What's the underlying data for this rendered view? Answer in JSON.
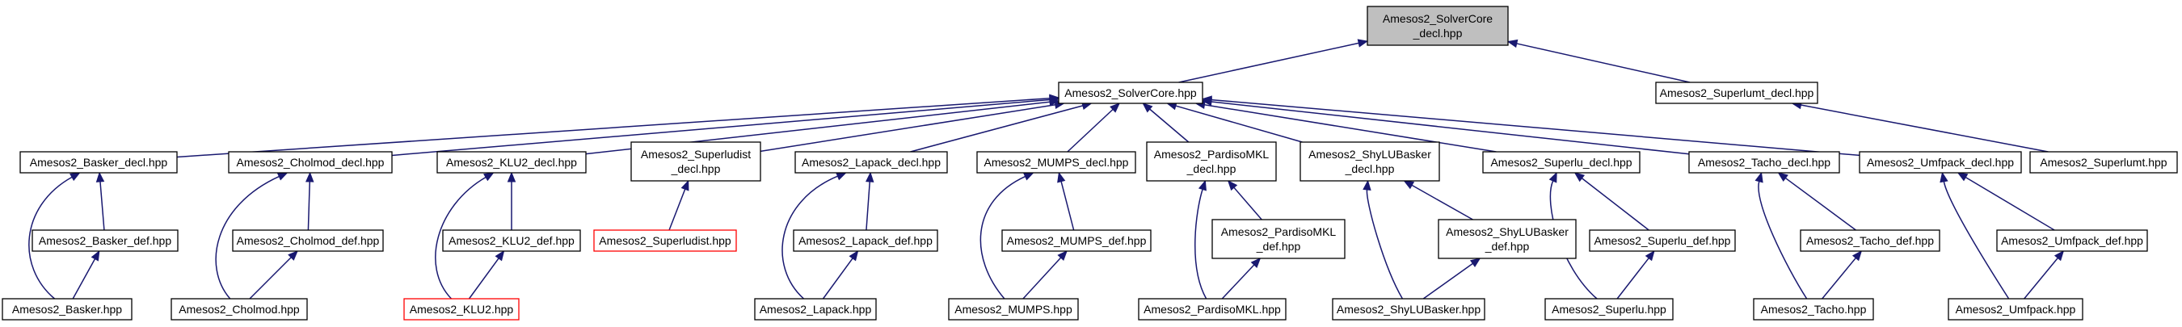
{
  "diagram": {
    "colors": {
      "edge": "#191970",
      "root_fill": "#bfbfbf",
      "missing_border": "#ff0000"
    },
    "nodes": [
      {
        "id": "root",
        "lines": [
          "Amesos2_SolverCore",
          "_decl.hpp"
        ],
        "style": "root"
      },
      {
        "id": "solvercore",
        "lines": [
          "Amesos2_SolverCore.hpp"
        ]
      },
      {
        "id": "superlumt_decl",
        "lines": [
          "Amesos2_Superlumt_decl.hpp"
        ]
      },
      {
        "id": "basker_decl",
        "lines": [
          "Amesos2_Basker_decl.hpp"
        ]
      },
      {
        "id": "cholmod_decl",
        "lines": [
          "Amesos2_Cholmod_decl.hpp"
        ]
      },
      {
        "id": "klu2_decl",
        "lines": [
          "Amesos2_KLU2_decl.hpp"
        ]
      },
      {
        "id": "superludist_decl",
        "lines": [
          "Amesos2_Superludist",
          "_decl.hpp"
        ]
      },
      {
        "id": "lapack_decl",
        "lines": [
          "Amesos2_Lapack_decl.hpp"
        ]
      },
      {
        "id": "mumps_decl",
        "lines": [
          "Amesos2_MUMPS_decl.hpp"
        ]
      },
      {
        "id": "pardiso_decl",
        "lines": [
          "Amesos2_PardisoMKL",
          "_decl.hpp"
        ]
      },
      {
        "id": "shylu_decl",
        "lines": [
          "Amesos2_ShyLUBasker",
          "_decl.hpp"
        ]
      },
      {
        "id": "superlu_decl",
        "lines": [
          "Amesos2_Superlu_decl.hpp"
        ]
      },
      {
        "id": "tacho_decl",
        "lines": [
          "Amesos2_Tacho_decl.hpp"
        ]
      },
      {
        "id": "umfpack_decl",
        "lines": [
          "Amesos2_Umfpack_decl.hpp"
        ]
      },
      {
        "id": "superlumt",
        "lines": [
          "Amesos2_Superlumt.hpp"
        ]
      },
      {
        "id": "basker_def",
        "lines": [
          "Amesos2_Basker_def.hpp"
        ]
      },
      {
        "id": "cholmod_def",
        "lines": [
          "Amesos2_Cholmod_def.hpp"
        ]
      },
      {
        "id": "klu2_def",
        "lines": [
          "Amesos2_KLU2_def.hpp"
        ]
      },
      {
        "id": "superludist",
        "lines": [
          "Amesos2_Superludist.hpp"
        ],
        "style": "missing"
      },
      {
        "id": "lapack_def",
        "lines": [
          "Amesos2_Lapack_def.hpp"
        ]
      },
      {
        "id": "mumps_def",
        "lines": [
          "Amesos2_MUMPS_def.hpp"
        ]
      },
      {
        "id": "pardiso_def",
        "lines": [
          "Amesos2_PardisoMKL",
          "_def.hpp"
        ]
      },
      {
        "id": "shylu_def",
        "lines": [
          "Amesos2_ShyLUBasker",
          "_def.hpp"
        ]
      },
      {
        "id": "superlu_def",
        "lines": [
          "Amesos2_Superlu_def.hpp"
        ]
      },
      {
        "id": "tacho_def",
        "lines": [
          "Amesos2_Tacho_def.hpp"
        ]
      },
      {
        "id": "umfpack_def",
        "lines": [
          "Amesos2_Umfpack_def.hpp"
        ]
      },
      {
        "id": "basker",
        "lines": [
          "Amesos2_Basker.hpp"
        ]
      },
      {
        "id": "cholmod",
        "lines": [
          "Amesos2_Cholmod.hpp"
        ]
      },
      {
        "id": "klu2",
        "lines": [
          "Amesos2_KLU2.hpp"
        ],
        "style": "missing"
      },
      {
        "id": "lapack",
        "lines": [
          "Amesos2_Lapack.hpp"
        ]
      },
      {
        "id": "mumps",
        "lines": [
          "Amesos2_MUMPS.hpp"
        ]
      },
      {
        "id": "pardiso",
        "lines": [
          "Amesos2_PardisoMKL.hpp"
        ]
      },
      {
        "id": "shylu",
        "lines": [
          "Amesos2_ShyLUBasker.hpp"
        ]
      },
      {
        "id": "superlu",
        "lines": [
          "Amesos2_Superlu.hpp"
        ]
      },
      {
        "id": "tacho",
        "lines": [
          "Amesos2_Tacho.hpp"
        ]
      },
      {
        "id": "umfpack",
        "lines": [
          "Amesos2_Umfpack.hpp"
        ]
      }
    ],
    "edges": [
      {
        "from": "solvercore",
        "to": "root"
      },
      {
        "from": "superlumt_decl",
        "to": "root"
      },
      {
        "from": "basker_decl",
        "to": "solvercore"
      },
      {
        "from": "cholmod_decl",
        "to": "solvercore"
      },
      {
        "from": "klu2_decl",
        "to": "solvercore"
      },
      {
        "from": "superludist_decl",
        "to": "solvercore"
      },
      {
        "from": "lapack_decl",
        "to": "solvercore"
      },
      {
        "from": "mumps_decl",
        "to": "solvercore"
      },
      {
        "from": "pardiso_decl",
        "to": "solvercore"
      },
      {
        "from": "shylu_decl",
        "to": "solvercore"
      },
      {
        "from": "superlu_decl",
        "to": "solvercore"
      },
      {
        "from": "tacho_decl",
        "to": "solvercore"
      },
      {
        "from": "umfpack_decl",
        "to": "solvercore"
      },
      {
        "from": "superlumt",
        "to": "superlumt_decl"
      },
      {
        "from": "basker_def",
        "to": "basker_decl"
      },
      {
        "from": "basker",
        "to": "basker_def"
      },
      {
        "from": "basker",
        "to": "basker_decl"
      },
      {
        "from": "cholmod_def",
        "to": "cholmod_decl"
      },
      {
        "from": "cholmod",
        "to": "cholmod_def"
      },
      {
        "from": "cholmod",
        "to": "cholmod_decl"
      },
      {
        "from": "klu2_def",
        "to": "klu2_decl"
      },
      {
        "from": "klu2",
        "to": "klu2_def"
      },
      {
        "from": "klu2",
        "to": "klu2_decl"
      },
      {
        "from": "superludist",
        "to": "superludist_decl"
      },
      {
        "from": "lapack_def",
        "to": "lapack_decl"
      },
      {
        "from": "lapack",
        "to": "lapack_def"
      },
      {
        "from": "lapack",
        "to": "lapack_decl"
      },
      {
        "from": "mumps_def",
        "to": "mumps_decl"
      },
      {
        "from": "mumps",
        "to": "mumps_def"
      },
      {
        "from": "mumps",
        "to": "mumps_decl"
      },
      {
        "from": "pardiso_def",
        "to": "pardiso_decl"
      },
      {
        "from": "pardiso",
        "to": "pardiso_def"
      },
      {
        "from": "pardiso",
        "to": "pardiso_decl"
      },
      {
        "from": "shylu_def",
        "to": "shylu_decl"
      },
      {
        "from": "shylu",
        "to": "shylu_def"
      },
      {
        "from": "shylu",
        "to": "shylu_decl"
      },
      {
        "from": "superlu_def",
        "to": "superlu_decl"
      },
      {
        "from": "superlu",
        "to": "superlu_def"
      },
      {
        "from": "superlu",
        "to": "superlu_decl"
      },
      {
        "from": "tacho_def",
        "to": "tacho_decl"
      },
      {
        "from": "tacho",
        "to": "tacho_def"
      },
      {
        "from": "tacho",
        "to": "tacho_decl"
      },
      {
        "from": "umfpack_def",
        "to": "umfpack_decl"
      },
      {
        "from": "umfpack",
        "to": "umfpack_def"
      },
      {
        "from": "umfpack",
        "to": "umfpack_decl"
      }
    ]
  }
}
